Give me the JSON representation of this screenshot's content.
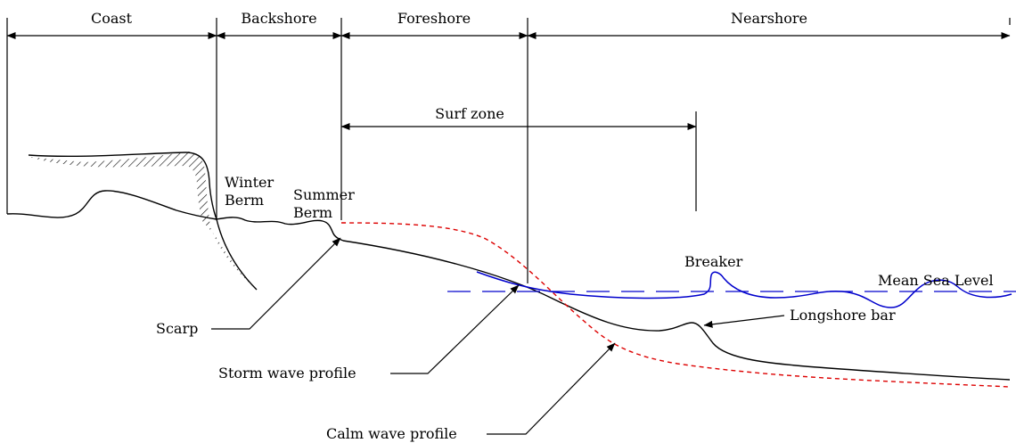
{
  "zones": {
    "coast": "Coast",
    "backshore": "Backshore",
    "foreshore": "Foreshore",
    "nearshore": "Nearshore"
  },
  "surf_zone": "Surf zone",
  "labels": {
    "winter_berm_1": "Winter",
    "winter_berm_2": "Berm",
    "summer_berm_1": "Summer",
    "summer_berm_2": "Berm",
    "breaker": "Breaker",
    "mean_sea_level": "Mean Sea Level",
    "longshore_bar": "Longshore bar",
    "scarp": "Scarp",
    "storm_wave_profile": "Storm wave profile",
    "calm_wave_profile": "Calm wave profile"
  },
  "colors": {
    "line": "#000000",
    "sea_level": "#0000cc",
    "calm_profile": "#dd0000"
  }
}
